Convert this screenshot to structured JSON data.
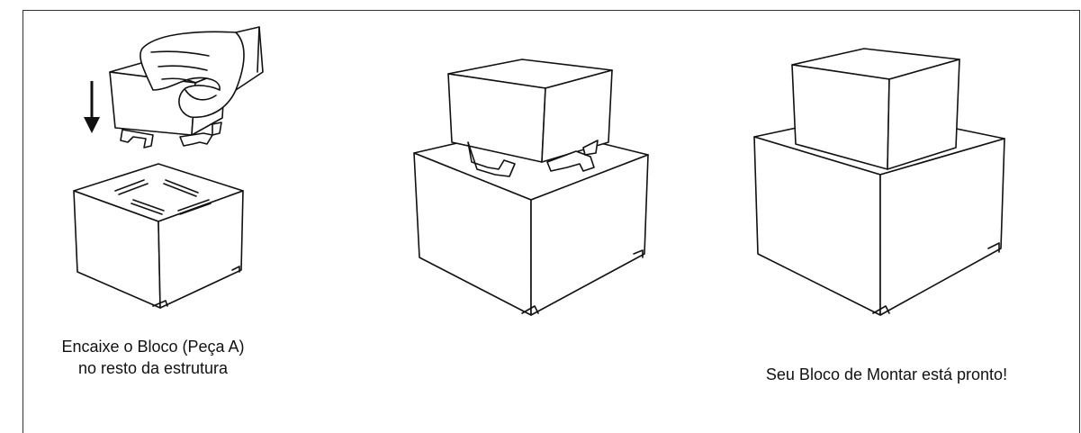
{
  "captions": {
    "step1_line1": "Encaixe o Bloco (Peça A)",
    "step1_line2": "no resto da estrutura",
    "step3": "Seu Bloco de Montar está pronto!"
  },
  "icons": [
    "hand-icon",
    "down-arrow-icon"
  ]
}
